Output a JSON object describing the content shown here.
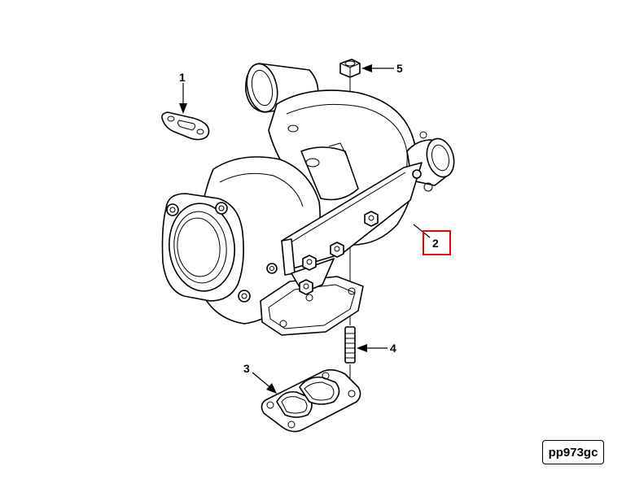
{
  "callouts": {
    "c1": "1",
    "c2": "2",
    "c3": "3",
    "c4": "4",
    "c5": "5"
  },
  "figure_code": "pp973gc",
  "colors": {
    "line": "#000000",
    "highlight": "#e00000",
    "background": "#ffffff"
  },
  "highlighted_callout": "2"
}
